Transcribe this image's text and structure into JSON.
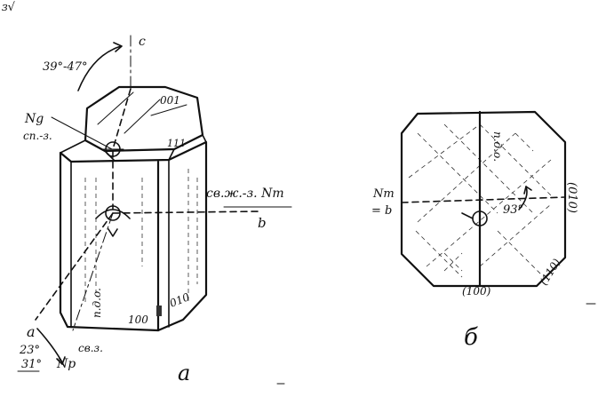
{
  "figure_a": {
    "axis_c": "c",
    "angle_top": "39°-47°",
    "ng_label": "Ng",
    "cleavage_ng": "сп.-з.",
    "face_001": "001",
    "face_111": "111",
    "cleavage_nm": "св.ж.-з. Nm",
    "axis_b": "b",
    "pdo_label": "п.д.о.",
    "face_100": "100",
    "face_010": "010",
    "axis_a": "a",
    "angle_np_1": "23°",
    "angle_np_2": "31°",
    "np_label": "Np",
    "cleavage_np": "св.з.",
    "caption": "а"
  },
  "figure_b": {
    "nm_label": "Nm",
    "eq_b": "= b",
    "pdo_label": "п.д.о.",
    "angle": "93°",
    "face_010": "(010)",
    "face_100": "(100)",
    "face_110": "(110)",
    "caption": "б"
  },
  "corner_mark": "ɜ√"
}
